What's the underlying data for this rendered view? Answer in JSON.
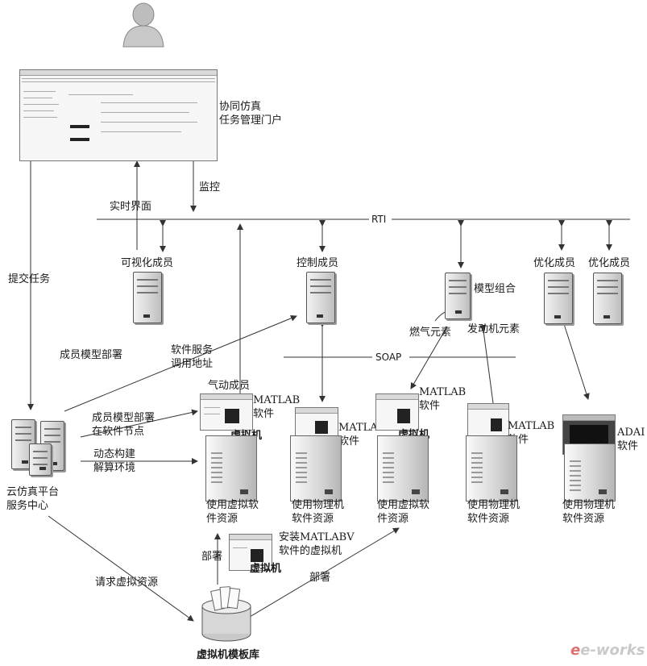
{
  "labels": {
    "portal": "协同仿真\n任务管理门户",
    "monitor": "监控",
    "realtime_ui": "实时界面",
    "rti": "RTI",
    "submit_task": "提交任务",
    "vis_member": "可视化成员",
    "ctrl_member": "控制成员",
    "model_combo": "模型组合",
    "opt_member_1": "优化成员",
    "opt_member_2": "优化成员",
    "gas_element": "燃气元素",
    "engine_element": "发动机元素",
    "member_model_deploy": "成员模型部署",
    "service_call": "软件服务\n调用地址",
    "soap": "SOAP",
    "pneumatic_member": "气动成员",
    "matlab_soft_1": "MATLAB\n软件",
    "vm_1": "虚拟机",
    "matlab_soft_2": "MATLAB\n软件",
    "matlab_soft_3": "MATLAB\n软件",
    "vm_2": "虚拟机",
    "matlab_soft_4": "MATLAB\n软件",
    "adams_soft": "ADAI\n软件",
    "deploy_on_node": "成员模型部署\n在软件节点",
    "dynamic_env": "动态构建\n解算环境",
    "cloud_center": "云仿真平台\n服务中心",
    "use_virtual_1": "使用虚拟软\n件资源",
    "use_physical_1": "使用物理机\n软件资源",
    "use_virtual_2": "使用虚拟软\n件资源",
    "use_physical_2": "使用物理机\n软件资源",
    "use_physical_3": "使用物理机\n软件资源",
    "install_vm": "安装MATLABV\n软件的虚拟机",
    "vm_3": "虚拟机",
    "deploy_1": "部署",
    "deploy_2": "部署",
    "request_vm": "请求虚拟资源",
    "vm_template_lib": "虚拟机模板库"
  },
  "icons": {
    "user": "user-avatar-icon",
    "server": "server-tower-icon",
    "database": "disk-database-icon"
  },
  "watermark": "e-works"
}
